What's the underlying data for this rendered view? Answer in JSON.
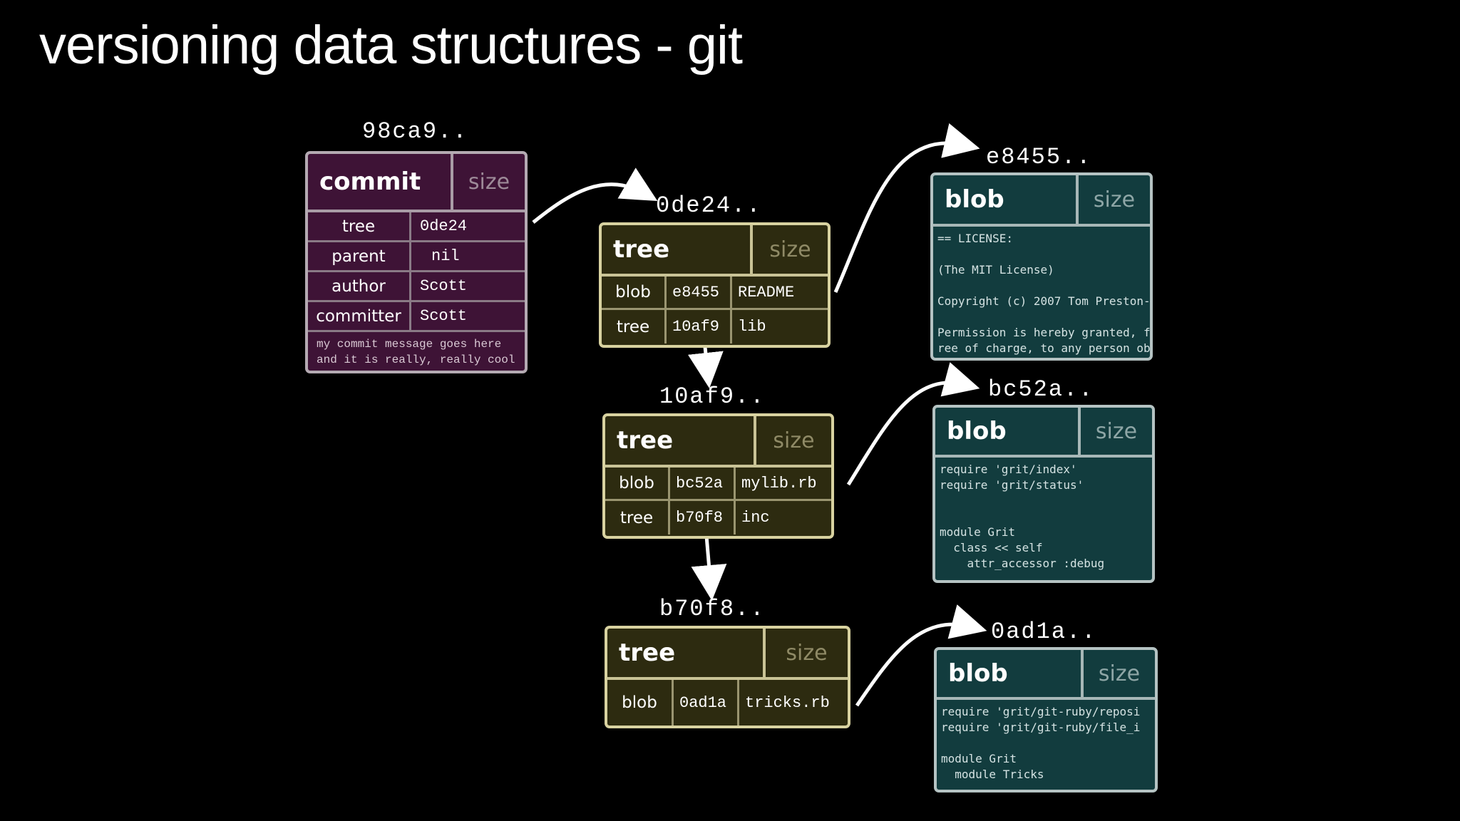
{
  "slide": {
    "title": "versioning data structures - git"
  },
  "commit": {
    "hash": "98ca9..",
    "type": "commit",
    "size": "size",
    "rows": [
      {
        "key": "tree",
        "value": "0de24"
      },
      {
        "key": "parent",
        "value": "nil"
      },
      {
        "key": "author",
        "value": "Scott"
      },
      {
        "key": "committer",
        "value": "Scott"
      }
    ],
    "message": "my commit message goes here\nand it is really, really cool"
  },
  "trees": [
    {
      "hash": "0de24..",
      "type": "tree",
      "size": "size",
      "rows": [
        {
          "kind": "blob",
          "sha": "e8455",
          "name": "README"
        },
        {
          "kind": "tree",
          "sha": "10af9",
          "name": "lib"
        }
      ]
    },
    {
      "hash": "10af9..",
      "type": "tree",
      "size": "size",
      "rows": [
        {
          "kind": "blob",
          "sha": "bc52a",
          "name": "mylib.rb"
        },
        {
          "kind": "tree",
          "sha": "b70f8",
          "name": "inc"
        }
      ]
    },
    {
      "hash": "b70f8..",
      "type": "tree",
      "size": "size",
      "rows": [
        {
          "kind": "blob",
          "sha": "0ad1a",
          "name": "tricks.rb"
        }
      ]
    }
  ],
  "blobs": [
    {
      "hash": "e8455..",
      "type": "blob",
      "size": "size",
      "content": "== LICENSE:\n\n(The MIT License)\n\nCopyright (c) 2007 Tom Preston-\n\nPermission is hereby granted, f\nree of charge, to any person ob"
    },
    {
      "hash": "bc52a..",
      "type": "blob",
      "size": "size",
      "content": "require 'grit/index'\nrequire 'grit/status'\n\n\nmodule Grit\n  class << self\n    attr_accessor :debug"
    },
    {
      "hash": "0ad1a..",
      "type": "blob",
      "size": "size",
      "content": "require 'grit/git-ruby/reposi\nrequire 'grit/git-ruby/file_i\n\nmodule Grit\n  module Tricks"
    }
  ],
  "colors": {
    "commit_fill": "#3e1336",
    "tree_fill": "#2d2b10",
    "blob_fill": "#123c3e",
    "arrow": "#ffffff",
    "background": "#000000"
  }
}
